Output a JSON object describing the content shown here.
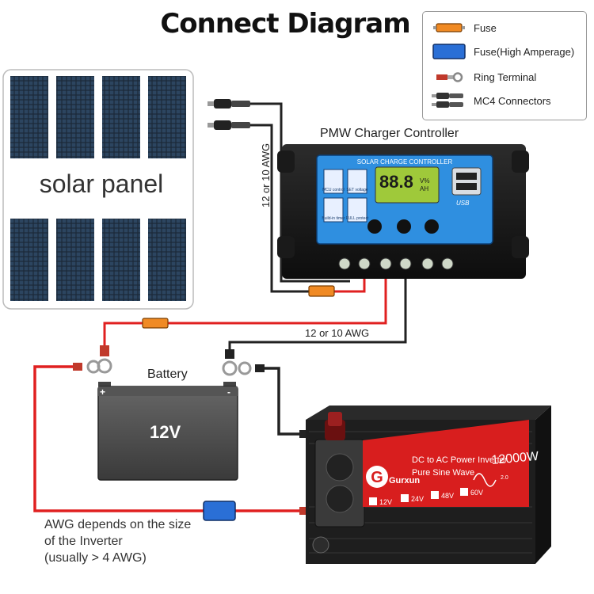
{
  "title": "Connect Diagram",
  "legend": {
    "items": [
      {
        "label": "Fuse",
        "icon": "fuse-icon",
        "color": "#f08a24"
      },
      {
        "label": "Fuse(High Amperage)",
        "icon": "high-amperage-fuse-icon",
        "color": "#2a6fd6"
      },
      {
        "label": "Ring Terminal",
        "icon": "ring-terminal-icon",
        "color": "#c0392b"
      },
      {
        "label": "MC4 Connectors",
        "icon": "mc4-connector-icon",
        "color": "#333333"
      }
    ]
  },
  "solar_panel": {
    "label": "solar panel"
  },
  "controller": {
    "label": "PMW Charger Controller",
    "header": "SOLAR CHARGE CONTROLLER",
    "display": "88.8",
    "display_units": [
      "V%",
      "AH"
    ],
    "usb_label": "USB",
    "buttons_left": [
      "MCU control",
      "SET voltage",
      "Build-in timer",
      "FULL protect"
    ]
  },
  "wires": {
    "upper_gauge": "12 or 10 AWG",
    "vertical_gauge": "12 or 10 AWG"
  },
  "battery": {
    "label": "Battery",
    "voltage": "12V",
    "plus": "+",
    "minus": "-"
  },
  "inverter": {
    "brand": "Gurxun",
    "line1": "DC to AC Power Inverter",
    "line2": "Pure Sine Wave",
    "power": "12000W",
    "small": "2.0",
    "voltages": [
      "12V",
      "24V",
      "48V",
      "60V"
    ]
  },
  "note": {
    "lines": [
      "AWG depends on the size",
      "of the Inverter",
      "(usually  > 4 AWG)"
    ]
  },
  "colors": {
    "red_wire": "#e02020",
    "black_wire": "#222222",
    "controller_blue": "#2f8fe0",
    "inverter_red": "#d81e1e"
  }
}
